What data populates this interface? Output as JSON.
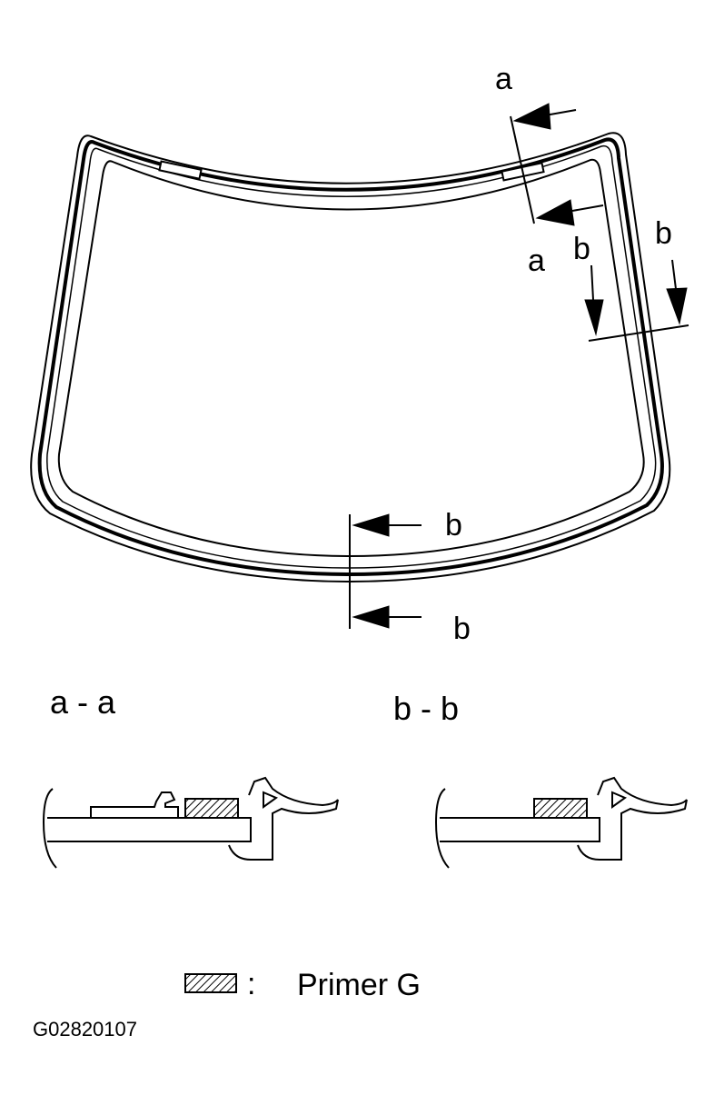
{
  "diagram": {
    "cut_labels": {
      "a_top": "a",
      "a_bottom": "a",
      "b_right_inner": "b",
      "b_right_outer": "b",
      "b_bottom_upper": "b",
      "b_bottom_lower": "b"
    },
    "sections": {
      "aa_title": "a - a",
      "bb_title": "b - b"
    },
    "legend": {
      "separator": ":",
      "label": "Primer G"
    },
    "figure_code": "G02820107"
  },
  "colors": {
    "line": "#000000",
    "background": "#ffffff"
  }
}
